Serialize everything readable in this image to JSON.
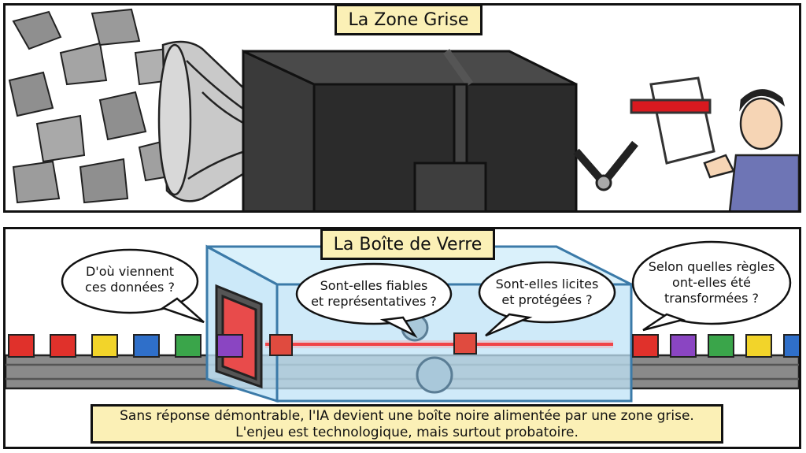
{
  "top_panel": {
    "title": "La Zone Grise"
  },
  "bottom_panel": {
    "title": "La Boîte de Verre",
    "bubbles": {
      "origin": [
        "D'où viennent",
        "ces données ?"
      ],
      "reliable": [
        "Sont-elles fiables",
        "et représentatives ?"
      ],
      "lawful": [
        "Sont-elles licites",
        "et protégées ?"
      ],
      "rules": [
        "Selon quelles règles",
        "ont-elles été",
        "transformées ?"
      ]
    },
    "caption": [
      "Sans réponse démontrable, l'IA devient une boîte noire alimentée par une zone grise.",
      "L'enjeu est technologique, mais surtout probatoire."
    ]
  },
  "colors": {
    "title_bg": "#fbf0b6",
    "box_dark": "#2b2b2b",
    "glass": "#bfe3f7",
    "laser": "#e8161c"
  },
  "cube_colors_left": [
    "#e0312b",
    "#e0312b",
    "#f2d42a",
    "#2f6fc9",
    "#3aa54a",
    "#8a45c2"
  ],
  "cube_colors_right": [
    "#e0312b",
    "#8a45c2",
    "#3aa54a",
    "#f2d42a",
    "#2f6fc9"
  ]
}
